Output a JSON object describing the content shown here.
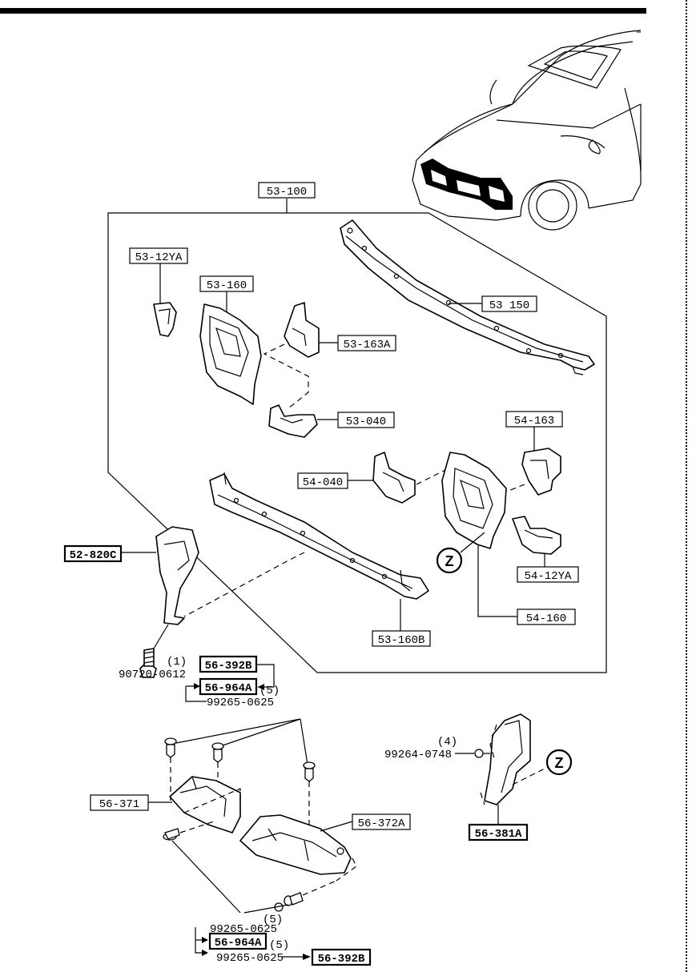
{
  "diagram": {
    "labels": {
      "assembly": "53-100",
      "l53_12ya": "53-12YA",
      "l53_160": "53-160",
      "l53_163a": "53-163A",
      "l53_040": "53-040",
      "l53_150": "53 150",
      "l54_163": "54-163",
      "l54_040": "54-040",
      "l52_820c": "52-820C",
      "l54_12ya": "54-12YA",
      "l54_160": "54-160",
      "l53_160b": "53-160B",
      "l56_392b_top": "56-392B",
      "l56_964a_top": "56-964A",
      "l56_371": "56-371",
      "l56_372a": "56-372A",
      "l56_381a": "56-381A",
      "l56_964a_bottom": "56-964A",
      "l56_392b_bottom": "56-392B"
    },
    "callouts": {
      "z_left": "Z",
      "z_right": "Z"
    },
    "part_numbers": {
      "bolt_qty": "(1)",
      "bolt_pn": "90720-0612",
      "clip_top_qty": "(5)",
      "clip_top_pn": "99265-0625",
      "screw_qty": "(4)",
      "screw_pn": "99264-0748",
      "clip_mid_qty": "(5)",
      "clip_mid_pn": "99265-0625",
      "clip_bottom_qty": "(5)",
      "clip_bottom_pn": "99265-0625"
    }
  }
}
